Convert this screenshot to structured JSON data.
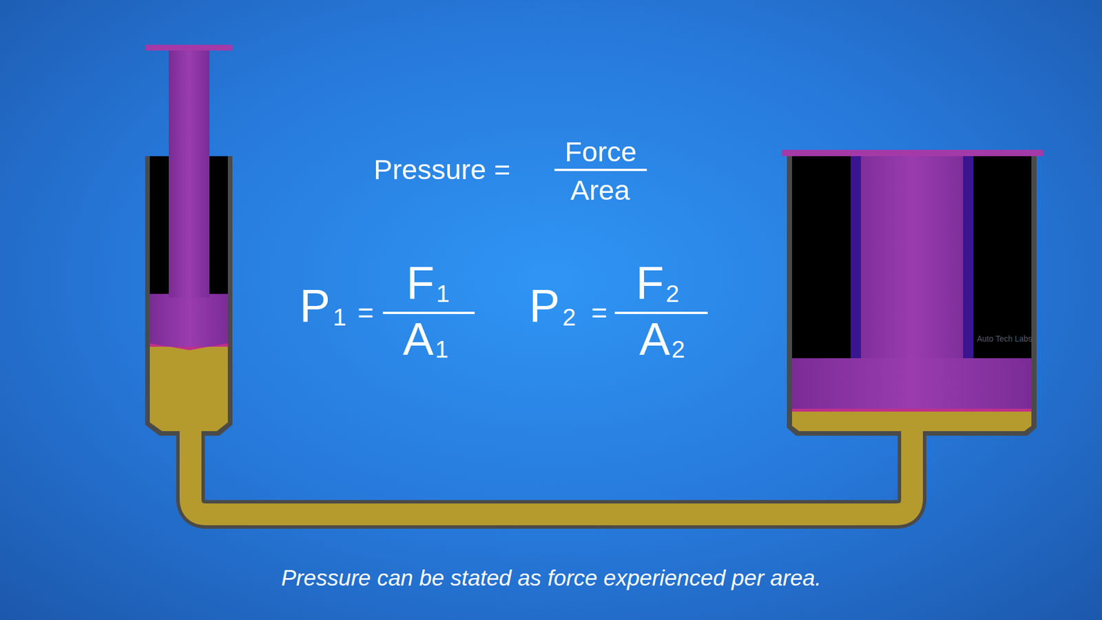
{
  "diagram": {
    "caption": "Pressure can be stated as force experienced per area.",
    "labels": [
      "Pressure =",
      "Force",
      "Area",
      "P",
      "1",
      "=",
      "F",
      "1",
      "A",
      "1",
      "P",
      "2",
      "=",
      "F",
      "2",
      "A",
      "2",
      "Auto Tech Labs"
    ]
  }
}
